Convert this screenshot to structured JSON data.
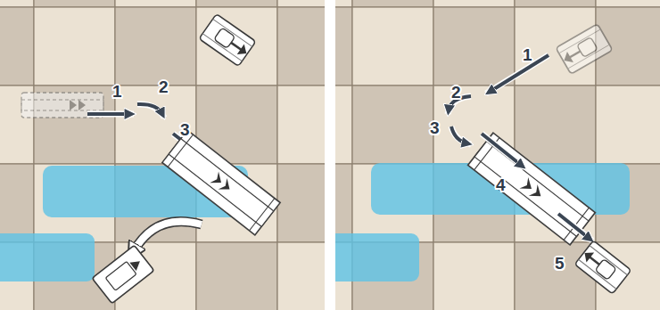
{
  "diagram": {
    "labels": [
      "1",
      "2",
      "3",
      "1",
      "2",
      "3",
      "4",
      "5"
    ]
  }
}
